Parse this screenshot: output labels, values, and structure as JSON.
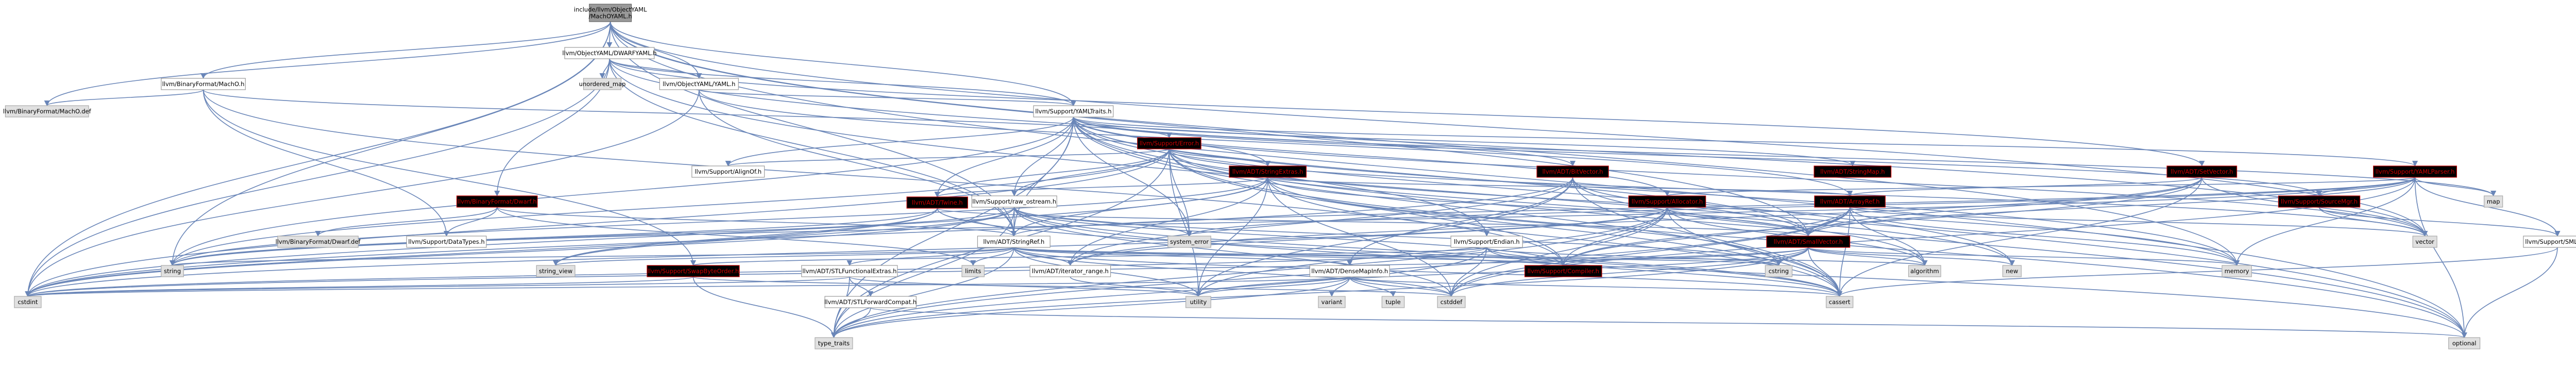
{
  "graph": {
    "title": "",
    "nodes": [
      {
        "id": "focal",
        "label": [
          "include/llvm/ObjectYAML",
          "/MachOYAML.h"
        ],
        "style": "focal"
      },
      {
        "id": "dwarfyaml",
        "label": [
          "llvm/ObjectYAML/DWARFYAML.h"
        ],
        "style": "internal"
      },
      {
        "id": "binfmt_macho",
        "label": [
          "llvm/BinaryFormat/MachO.h"
        ],
        "style": "internal"
      },
      {
        "id": "objyaml_yaml",
        "label": [
          "llvm/ObjectYAML/YAML.h"
        ],
        "style": "internal"
      },
      {
        "id": "unordered_map",
        "label": [
          "unordered_map"
        ],
        "style": "external"
      },
      {
        "id": "macho_def",
        "label": [
          "llvm/BinaryFormat/MachO.def"
        ],
        "style": "external"
      },
      {
        "id": "yamltraits",
        "label": [
          "llvm/Support/YAMLTraits.h"
        ],
        "style": "internal"
      },
      {
        "id": "support_error",
        "label": [
          "llvm/Support/Error.h"
        ],
        "style": "warn"
      },
      {
        "id": "alignof",
        "label": [
          "llvm/Support/AlignOf.h"
        ],
        "style": "internal"
      },
      {
        "id": "binfmt_dwarf",
        "label": [
          "llvm/BinaryFormat/Dwarf.h"
        ],
        "style": "warn"
      },
      {
        "id": "stringextras",
        "label": [
          "llvm/ADT/StringExtras.h"
        ],
        "style": "warn"
      },
      {
        "id": "twine",
        "label": [
          "llvm/ADT/Twine.h"
        ],
        "style": "warn"
      },
      {
        "id": "raw_ostream",
        "label": [
          "llvm/Support/raw_ostream.h"
        ],
        "style": "internal"
      },
      {
        "id": "bitvector",
        "label": [
          "llvm/ADT/BitVector.h"
        ],
        "style": "warn"
      },
      {
        "id": "stringmap",
        "label": [
          "llvm/ADT/StringMap.h"
        ],
        "style": "warn"
      },
      {
        "id": "setvector",
        "label": [
          "llvm/ADT/SetVector.h"
        ],
        "style": "warn"
      },
      {
        "id": "yamlparser",
        "label": [
          "llvm/Support/YAMLParser.h"
        ],
        "style": "warn"
      },
      {
        "id": "allocator",
        "label": [
          "llvm/Support/Allocator.h"
        ],
        "style": "warn"
      },
      {
        "id": "arrayref",
        "label": [
          "llvm/ADT/ArrayRef.h"
        ],
        "style": "warn"
      },
      {
        "id": "sourcemgr",
        "label": [
          "llvm/Support/SourceMgr.h"
        ],
        "style": "warn"
      },
      {
        "id": "map",
        "label": [
          "map"
        ],
        "style": "external"
      },
      {
        "id": "dwarf_def",
        "label": [
          "llvm/BinaryFormat/Dwarf.def"
        ],
        "style": "external"
      },
      {
        "id": "datatypes",
        "label": [
          "llvm/Support/DataTypes.h"
        ],
        "style": "internal"
      },
      {
        "id": "stringref",
        "label": [
          "llvm/ADT/StringRef.h"
        ],
        "style": "internal"
      },
      {
        "id": "system_error",
        "label": [
          "system_error"
        ],
        "style": "external"
      },
      {
        "id": "endian",
        "label": [
          "llvm/Support/Endian.h"
        ],
        "style": "internal"
      },
      {
        "id": "smallvector",
        "label": [
          "llvm/ADT/SmallVector.h"
        ],
        "style": "warn"
      },
      {
        "id": "vector",
        "label": [
          "vector"
        ],
        "style": "external"
      },
      {
        "id": "smloc",
        "label": [
          "llvm/Support/SMLoc.h"
        ],
        "style": "internal"
      },
      {
        "id": "string",
        "label": [
          "string"
        ],
        "style": "external"
      },
      {
        "id": "string_view",
        "label": [
          "string_view"
        ],
        "style": "external"
      },
      {
        "id": "swapbyteorder",
        "label": [
          "llvm/Support/SwapByteOrder.h"
        ],
        "style": "warn"
      },
      {
        "id": "stlfunctionalextras",
        "label": [
          "llvm/ADT/STLFunctionalExtras.h"
        ],
        "style": "internal"
      },
      {
        "id": "limits",
        "label": [
          "limits"
        ],
        "style": "external"
      },
      {
        "id": "iterator_range",
        "label": [
          "llvm/ADT/iterator_range.h"
        ],
        "style": "internal"
      },
      {
        "id": "densemapinfo",
        "label": [
          "llvm/ADT/DenseMapInfo.h"
        ],
        "style": "internal"
      },
      {
        "id": "compiler",
        "label": [
          "llvm/Support/Compiler.h"
        ],
        "style": "warn"
      },
      {
        "id": "cstring",
        "label": [
          "cstring"
        ],
        "style": "external"
      },
      {
        "id": "algorithm",
        "label": [
          "algorithm"
        ],
        "style": "external"
      },
      {
        "id": "new",
        "label": [
          "new"
        ],
        "style": "external"
      },
      {
        "id": "memory",
        "label": [
          "memory"
        ],
        "style": "external"
      },
      {
        "id": "cstdint",
        "label": [
          "cstdint"
        ],
        "style": "external"
      },
      {
        "id": "stlforwardcompat",
        "label": [
          "llvm/ADT/STLForwardCompat.h"
        ],
        "style": "internal"
      },
      {
        "id": "cstddef",
        "label": [
          "cstddef"
        ],
        "style": "external"
      },
      {
        "id": "cassert",
        "label": [
          "cassert"
        ],
        "style": "external"
      },
      {
        "id": "utility",
        "label": [
          "utility"
        ],
        "style": "external"
      },
      {
        "id": "variant",
        "label": [
          "variant"
        ],
        "style": "external"
      },
      {
        "id": "tuple",
        "label": [
          "tuple"
        ],
        "style": "external"
      },
      {
        "id": "type_traits",
        "label": [
          "type_traits"
        ],
        "style": "external"
      },
      {
        "id": "optional",
        "label": [
          "optional"
        ],
        "style": "external"
      }
    ],
    "edges": [
      [
        "focal",
        "dwarfyaml"
      ],
      [
        "focal",
        "binfmt_macho"
      ],
      [
        "focal",
        "objyaml_yaml"
      ],
      [
        "focal",
        "yamltraits"
      ],
      [
        "focal",
        "smallvector"
      ],
      [
        "focal",
        "stringref"
      ],
      [
        "focal",
        "cstdint"
      ],
      [
        "focal",
        "memory"
      ],
      [
        "focal",
        "optional"
      ],
      [
        "focal",
        "vector"
      ],
      [
        "focal",
        "macho_def"
      ],
      [
        "focal",
        "string"
      ],
      [
        "dwarfyaml",
        "unordered_map"
      ],
      [
        "dwarfyaml",
        "binfmt_dwarf"
      ],
      [
        "dwarfyaml",
        "objyaml_yaml"
      ],
      [
        "dwarfyaml",
        "yamltraits"
      ],
      [
        "dwarfyaml",
        "setvector"
      ],
      [
        "dwarfyaml",
        "stringref"
      ],
      [
        "dwarfyaml",
        "cstdint"
      ],
      [
        "dwarfyaml",
        "optional"
      ],
      [
        "dwarfyaml",
        "vector"
      ],
      [
        "binfmt_macho",
        "macho_def"
      ],
      [
        "binfmt_macho",
        "datatypes"
      ],
      [
        "binfmt_macho",
        "swapbyteorder"
      ],
      [
        "binfmt_macho",
        "support_error"
      ],
      [
        "binfmt_macho",
        "compiler"
      ],
      [
        "objyaml_yaml",
        "yamltraits"
      ],
      [
        "objyaml_yaml",
        "stringref"
      ],
      [
        "objyaml_yaml",
        "arrayref"
      ],
      [
        "objyaml_yaml",
        "cstdint"
      ],
      [
        "yamltraits",
        "alignof"
      ],
      [
        "yamltraits",
        "bitvector"
      ],
      [
        "yamltraits",
        "stringextras"
      ],
      [
        "yamltraits",
        "stringmap"
      ],
      [
        "yamltraits",
        "twine"
      ],
      [
        "yamltraits",
        "allocator"
      ],
      [
        "yamltraits",
        "yamlparser"
      ],
      [
        "yamltraits",
        "raw_ostream"
      ],
      [
        "yamltraits",
        "sourcemgr"
      ],
      [
        "yamltraits",
        "endian"
      ],
      [
        "yamltraits",
        "smallvector"
      ],
      [
        "yamltraits",
        "stringref"
      ],
      [
        "yamltraits",
        "map"
      ],
      [
        "yamltraits",
        "memory"
      ],
      [
        "yamltraits",
        "new"
      ],
      [
        "yamltraits",
        "optional"
      ],
      [
        "yamltraits",
        "string"
      ],
      [
        "yamltraits",
        "system_error"
      ],
      [
        "yamltraits",
        "type_traits"
      ],
      [
        "yamltraits",
        "vector"
      ],
      [
        "yamltraits",
        "cassert"
      ],
      [
        "support_error",
        "stringextras"
      ],
      [
        "support_error",
        "twine"
      ],
      [
        "support_error",
        "alignof"
      ],
      [
        "support_error",
        "compiler"
      ],
      [
        "support_error",
        "raw_ostream"
      ],
      [
        "support_error",
        "cassert"
      ],
      [
        "support_error",
        "cstdint"
      ],
      [
        "support_error",
        "memory"
      ],
      [
        "support_error",
        "new"
      ],
      [
        "support_error",
        "optional"
      ],
      [
        "support_error",
        "string"
      ],
      [
        "support_error",
        "system_error"
      ],
      [
        "support_error",
        "type_traits"
      ],
      [
        "support_error",
        "utility"
      ],
      [
        "support_error",
        "vector"
      ],
      [
        "binfmt_dwarf",
        "dwarf_def"
      ],
      [
        "binfmt_dwarf",
        "datatypes"
      ],
      [
        "binfmt_dwarf",
        "stringref"
      ],
      [
        "binfmt_dwarf",
        "limits"
      ],
      [
        "stringextras",
        "arrayref"
      ],
      [
        "stringextras",
        "smallvector"
      ],
      [
        "stringextras",
        "stringref"
      ],
      [
        "stringextras",
        "twine"
      ],
      [
        "stringextras",
        "cassert"
      ],
      [
        "stringextras",
        "cstddef"
      ],
      [
        "stringextras",
        "cstdint"
      ],
      [
        "stringextras",
        "cstring"
      ],
      [
        "stringextras",
        "iterator_range"
      ],
      [
        "stringextras",
        "string"
      ],
      [
        "stringextras",
        "utility"
      ],
      [
        "twine",
        "smallvector"
      ],
      [
        "twine",
        "stringref"
      ],
      [
        "twine",
        "cassert"
      ],
      [
        "twine",
        "cstdint"
      ],
      [
        "twine",
        "string"
      ],
      [
        "twine",
        "string_view"
      ],
      [
        "raw_ostream",
        "stringref"
      ],
      [
        "raw_ostream",
        "compiler"
      ],
      [
        "raw_ostream",
        "cassert"
      ],
      [
        "raw_ostream",
        "cstddef"
      ],
      [
        "raw_ostream",
        "cstdint"
      ],
      [
        "raw_ostream",
        "cstring"
      ],
      [
        "raw_ostream",
        "optional"
      ],
      [
        "raw_ostream",
        "string"
      ],
      [
        "raw_ostream",
        "string_view"
      ],
      [
        "raw_ostream",
        "system_error"
      ],
      [
        "raw_ostream",
        "type_traits"
      ],
      [
        "bitvector",
        "densemapinfo"
      ],
      [
        "bitvector",
        "iterator_range"
      ],
      [
        "bitvector",
        "smallvector"
      ],
      [
        "bitvector",
        "algorithm"
      ],
      [
        "bitvector",
        "cassert"
      ],
      [
        "bitvector",
        "climits_like"
      ],
      [
        "bitvector",
        "cstdint"
      ],
      [
        "bitvector",
        "cstdlib_like"
      ],
      [
        "bitvector",
        "utility"
      ],
      [
        "setvector",
        "arrayref"
      ],
      [
        "setvector",
        "smallvector"
      ],
      [
        "setvector",
        "compiler"
      ],
      [
        "setvector",
        "cassert"
      ],
      [
        "setvector",
        "iterator_range"
      ],
      [
        "setvector",
        "vector"
      ],
      [
        "yamlparser",
        "smallvector"
      ],
      [
        "yamlparser",
        "stringref"
      ],
      [
        "yamlparser",
        "allocator"
      ],
      [
        "yamlparser",
        "smloc"
      ],
      [
        "yamlparser",
        "sourcemgr"
      ],
      [
        "yamlparser",
        "cstddef"
      ],
      [
        "yamlparser",
        "map"
      ],
      [
        "yamlparser",
        "memory"
      ],
      [
        "yamlparser",
        "optional"
      ],
      [
        "yamlparser",
        "string"
      ],
      [
        "yamlparser",
        "system_error"
      ],
      [
        "allocator",
        "smallvector"
      ],
      [
        "allocator",
        "compiler"
      ],
      [
        "allocator",
        "algorithm"
      ],
      [
        "allocator",
        "cassert"
      ],
      [
        "allocator",
        "cstddef"
      ],
      [
        "allocator",
        "cstdint"
      ],
      [
        "allocator",
        "iterator_range"
      ],
      [
        "allocator",
        "type_traits"
      ],
      [
        "allocator",
        "utility"
      ],
      [
        "arrayref",
        "smallvector"
      ],
      [
        "arrayref",
        "compiler"
      ],
      [
        "arrayref",
        "algorithm"
      ],
      [
        "arrayref",
        "array_like"
      ],
      [
        "arrayref",
        "cassert"
      ],
      [
        "arrayref",
        "cstddef"
      ],
      [
        "arrayref",
        "memory"
      ],
      [
        "arrayref",
        "type_traits"
      ],
      [
        "arrayref",
        "vector"
      ],
      [
        "sourcemgr",
        "smloc"
      ],
      [
        "sourcemgr",
        "vector"
      ],
      [
        "smloc",
        "cassert"
      ],
      [
        "smloc",
        "optional"
      ],
      [
        "stringref",
        "densemapinfo"
      ],
      [
        "stringref",
        "iterator_range"
      ],
      [
        "stringref",
        "compiler"
      ],
      [
        "stringref",
        "algorithm"
      ],
      [
        "stringref",
        "cassert"
      ],
      [
        "stringref",
        "cstddef"
      ],
      [
        "stringref",
        "cstring"
      ],
      [
        "stringref",
        "limits"
      ],
      [
        "stringref",
        "string"
      ],
      [
        "stringref",
        "string_view"
      ],
      [
        "stringref",
        "type_traits"
      ],
      [
        "stringref",
        "utility"
      ],
      [
        "stringref",
        "stlfunctionalextras"
      ],
      [
        "endian",
        "compiler"
      ],
      [
        "endian",
        "swapbyteorder"
      ],
      [
        "endian",
        "cassert"
      ],
      [
        "endian",
        "cstddef"
      ],
      [
        "endian",
        "cstdint"
      ],
      [
        "endian",
        "cstring"
      ],
      [
        "endian",
        "type_traits"
      ],
      [
        "smallvector",
        "compiler"
      ],
      [
        "smallvector",
        "algorithm"
      ],
      [
        "smallvector",
        "cassert"
      ],
      [
        "smallvector",
        "cstddef"
      ],
      [
        "smallvector",
        "cstdint"
      ],
      [
        "smallvector",
        "cstdlib_like"
      ],
      [
        "smallvector",
        "cstring"
      ],
      [
        "smallvector",
        "functional_like"
      ],
      [
        "smallvector",
        "memory"
      ],
      [
        "smallvector",
        "new"
      ],
      [
        "smallvector",
        "type_traits"
      ],
      [
        "smallvector",
        "utility"
      ],
      [
        "swapbyteorder",
        "cstddef"
      ],
      [
        "swapbyteorder",
        "cstdint"
      ],
      [
        "swapbyteorder",
        "type_traits"
      ],
      [
        "stlfunctionalextras",
        "stlforwardcompat"
      ],
      [
        "stlfunctionalextras",
        "cstdint"
      ],
      [
        "stlfunctionalextras",
        "type_traits"
      ],
      [
        "stlfunctionalextras",
        "utility"
      ],
      [
        "stlforwardcompat",
        "optional"
      ],
      [
        "stlforwardcompat",
        "type_traits"
      ],
      [
        "iterator_range",
        "utility"
      ],
      [
        "densemapinfo",
        "cassert"
      ],
      [
        "densemapinfo",
        "cstddef"
      ],
      [
        "densemapinfo",
        "cstdint"
      ],
      [
        "densemapinfo",
        "tuple"
      ],
      [
        "densemapinfo",
        "type_traits"
      ],
      [
        "densemapinfo",
        "utility"
      ],
      [
        "densemapinfo",
        "variant"
      ]
    ]
  }
}
